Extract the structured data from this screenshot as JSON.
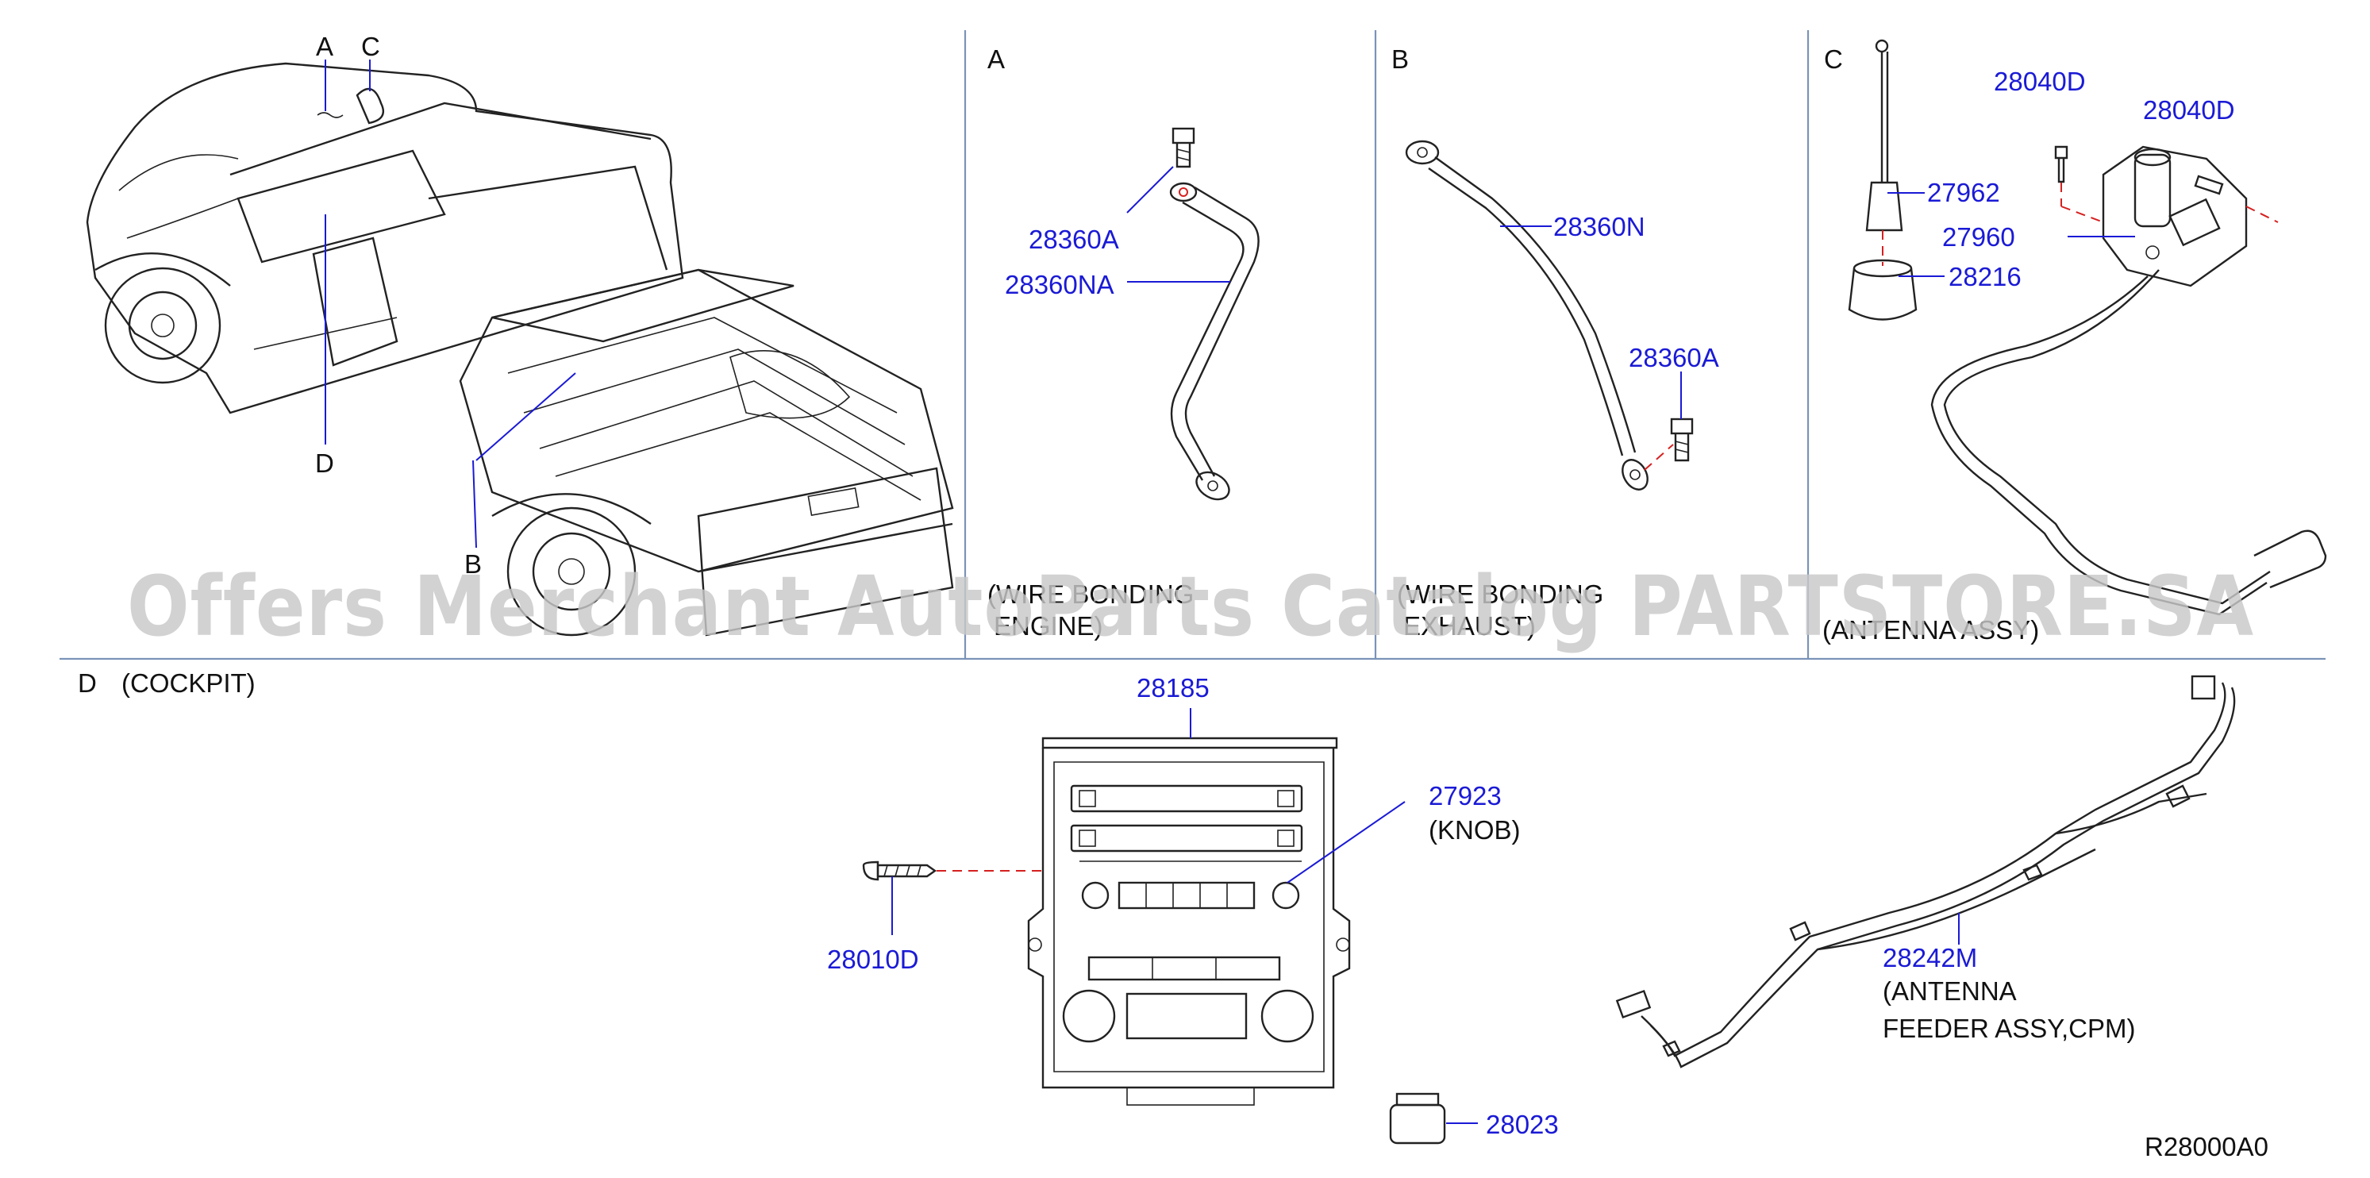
{
  "sections": {
    "overview": {
      "callouts": {
        "a": "A",
        "b": "B",
        "c": "C",
        "d": "D"
      }
    },
    "a": {
      "title": "A",
      "parts": {
        "p1": "28360A",
        "p2": "28360NA"
      },
      "caption_line1": "(WIRE  BONDING",
      "caption_line2": "ENGINE)"
    },
    "b": {
      "title": "B",
      "parts": {
        "p1": "28360N",
        "p2": "28360A"
      },
      "caption_line1": "(WIRE  BONDING",
      "caption_line2": "EXHAUST)"
    },
    "c": {
      "title": "C",
      "parts": {
        "p1": "28040D",
        "p2": "28040D",
        "p3": "27962",
        "p4": "27960",
        "p5": "28216"
      },
      "caption": "(ANTENNA  ASSY)"
    },
    "d": {
      "title": "D",
      "subtitle": "(COCKPIT)",
      "parts": {
        "p1": "28185",
        "p2": "27923",
        "p2_note": "(KNOB)",
        "p3": "28010D",
        "p4": "28023",
        "p5": "28242M"
      },
      "p5_note_line1": "(ANTENNA",
      "p5_note_line2": "FEEDER  ASSY,CPM)"
    }
  },
  "diagram_code": "R28000A0",
  "watermark": "Offers Merchant AutoParts Catalog PARTSTORE.SA",
  "colors": {
    "part_numbers": "#1a1ad6",
    "leader_dash": "#d62020",
    "dividers": "#7a93b8"
  }
}
